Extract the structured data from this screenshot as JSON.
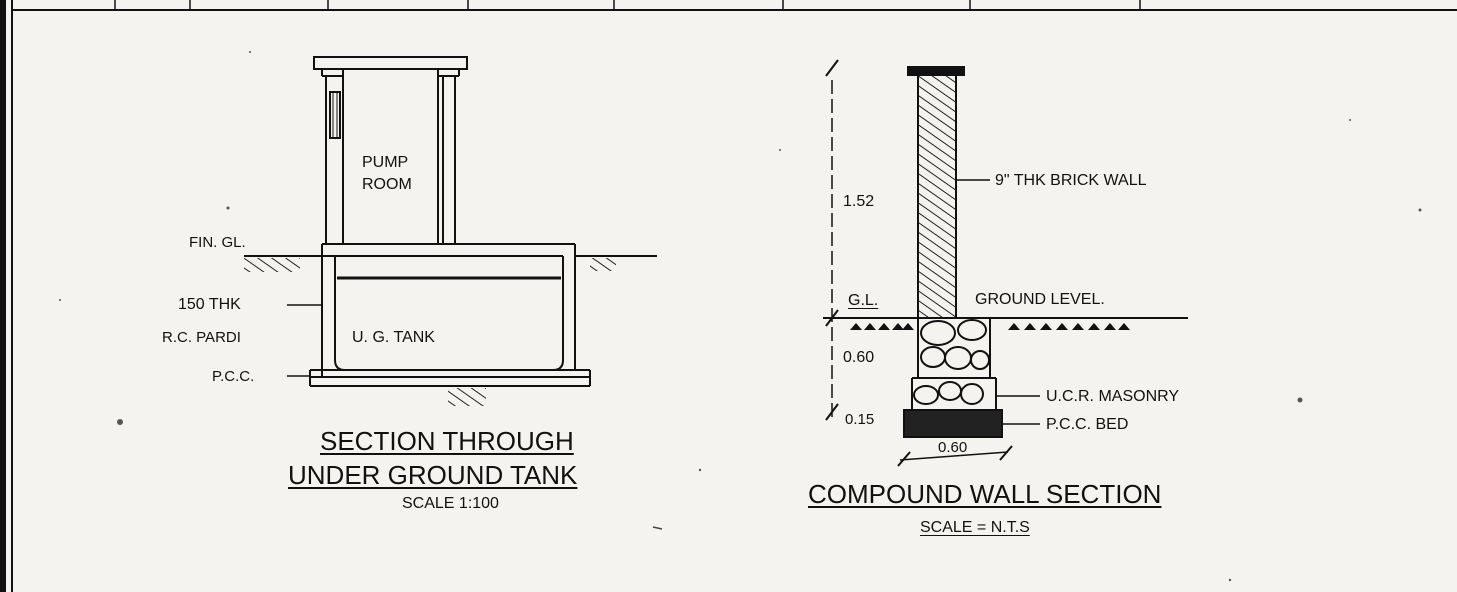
{
  "tank_section": {
    "room_label_1": "PUMP",
    "room_label_2": "ROOM",
    "fin_gl": "FIN.  GL.",
    "wall_thk_1": "150  THK",
    "wall_thk_2": "R.C.  PARDI",
    "pcc": "P.C.C.",
    "tank_label": "U.  G.  TANK",
    "title_1": "SECTION THROUGH",
    "title_2": "UNDER GROUND TANK",
    "scale": "SCALE   1:100"
  },
  "wall_section": {
    "height_dim": "1.52",
    "brick_wall": "9\" THK BRICK WALL",
    "gl": "G.L.",
    "ground_level": "GROUND LEVEL.",
    "depth_dim": "0.60",
    "masonry": "U.C.R. MASONRY",
    "bed_dim": "0.15",
    "pcc_bed": "P.C.C. BED",
    "width_dim": "0.60",
    "title": "COMPOUND WALL SECTION",
    "scale": "SCALE = N.T.S"
  }
}
